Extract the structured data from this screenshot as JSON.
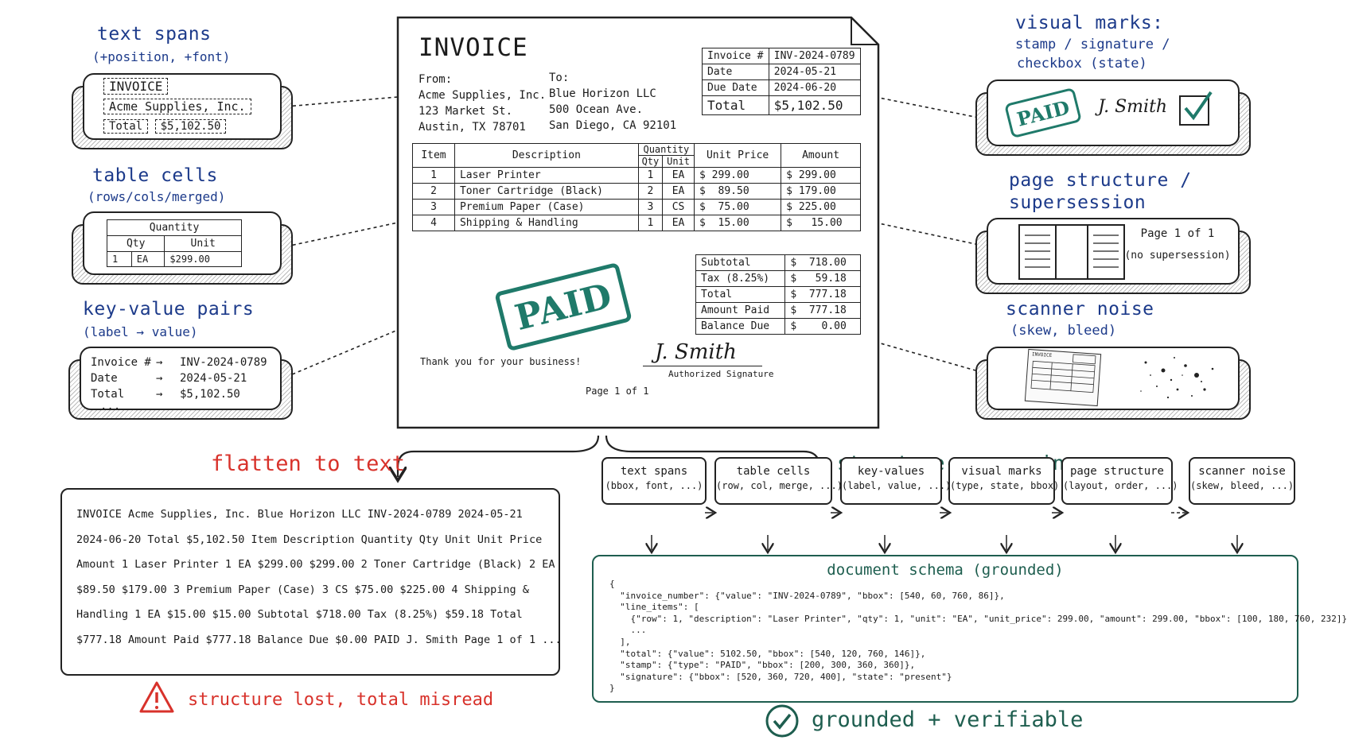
{
  "invoice": {
    "title": "INVOICE",
    "from_label": "From:",
    "from_lines": [
      "Acme Supplies, Inc.",
      "123 Market St.",
      "Austin, TX 78701"
    ],
    "to_label": "To:",
    "to_lines": [
      "Blue Horizon LLC",
      "500 Ocean Ave.",
      "San Diego, CA 92101"
    ],
    "meta": [
      {
        "label": "Invoice #",
        "value": "INV-2024-0789"
      },
      {
        "label": "Date",
        "value": "2024-05-21"
      },
      {
        "label": "Due Date",
        "value": "2024-06-20"
      },
      {
        "label": "Total",
        "value": "$5,102.50"
      }
    ],
    "headers": {
      "item": "Item",
      "description": "Description",
      "quantity": "Quantity",
      "qty": "Qty",
      "unit": "Unit",
      "unit_price": "Unit Price",
      "amount": "Amount"
    },
    "rows": [
      {
        "item": "1",
        "description": "Laser Printer",
        "qty": "1",
        "unit": "EA",
        "unit_price": "$ 299.00",
        "amount": "$ 299.00"
      },
      {
        "item": "2",
        "description": "Toner Cartridge (Black)",
        "qty": "2",
        "unit": "EA",
        "unit_price": "$  89.50",
        "amount": "$ 179.00"
      },
      {
        "item": "3",
        "description": "Premium Paper (Case)",
        "qty": "3",
        "unit": "CS",
        "unit_price": "$  75.00",
        "amount": "$ 225.00"
      },
      {
        "item": "4",
        "description": "Shipping & Handling",
        "qty": "1",
        "unit": "EA",
        "unit_price": "$  15.00",
        "amount": "$   15.00"
      }
    ],
    "totals": [
      {
        "label": "Subtotal",
        "value": "$  718.00"
      },
      {
        "label": "Tax (8.25%)",
        "value": "$   59.18"
      },
      {
        "label": "Total",
        "value": "$  777.18"
      },
      {
        "label": "Amount Paid",
        "value": "$  777.18"
      },
      {
        "label": "Balance Due",
        "value": "$    0.00"
      }
    ],
    "stamp": "PAID",
    "thanks": "Thank you for your business!",
    "signature": "J. Smith",
    "signature_caption": "Authorized Signature",
    "page": "Page 1 of 1"
  },
  "left_cards": {
    "text_spans": {
      "title": "text spans",
      "sub": "(+position, +font)",
      "spans": [
        "INVOICE",
        "Acme Supplies, Inc.",
        "Total",
        "$5,102.50"
      ]
    },
    "table_cells": {
      "title": "table cells",
      "sub": "(rows/cols/merged)",
      "header": "Quantity",
      "cols": [
        "Qty",
        "Unit"
      ],
      "row": [
        "1",
        "EA",
        "$299.00"
      ]
    },
    "key_values": {
      "title": "key-value pairs",
      "sub": "(label → value)",
      "pairs": [
        {
          "k": "Invoice #",
          "v": "INV-2024-0789"
        },
        {
          "k": "Date",
          "v": "2024-05-21"
        },
        {
          "k": "Total",
          "v": "$5,102.50"
        }
      ],
      "more": "..."
    }
  },
  "right_cards": {
    "visual_marks": {
      "title": "visual marks:",
      "sub1": "stamp / signature /",
      "sub2": "checkbox (state)",
      "stamp": "PAID",
      "signature": "J. Smith"
    },
    "page_structure": {
      "title": "page structure /",
      "title2": "supersession",
      "page": "Page 1 of 1",
      "note": "(no supersession)"
    },
    "scanner_noise": {
      "title": "scanner noise",
      "sub": "(skew, bleed)",
      "doc_label": "INVOICE"
    }
  },
  "flatten": {
    "title": "flatten to text",
    "lines": [
      "INVOICE Acme Supplies, Inc. Blue Horizon LLC INV-2024-0789 2024-05-21",
      "2024-06-20 Total $5,102.50 Item Description Quantity Qty Unit Unit Price",
      "Amount 1 Laser Printer 1 EA $299.00 $299.00 2 Toner Cartridge (Black) 2 EA",
      "$89.50 $179.00 3 Premium Paper (Case) 3 CS $75.00 $225.00 4 Shipping &",
      "Handling 1 EA $15.00 $15.00 Subtotal $718.00 Tax (8.25%) $59.18 Total",
      "$777.18 Amount Paid $777.18 Balance Due $0.00 PAID J. Smith Page 1 of 1 ..."
    ],
    "warning": "structure lost, total misread"
  },
  "structure": {
    "title": "structure-preserving",
    "boxes": [
      {
        "t": "text spans",
        "s": "(bbox, font, ...)"
      },
      {
        "t": "table cells",
        "s": "(row, col, merge, ...)"
      },
      {
        "t": "key-values",
        "s": "(label, value, ...)"
      },
      {
        "t": "visual marks",
        "s": "(type, state, bbox)"
      },
      {
        "t": "page structure",
        "s": "(layout, order, ...)"
      },
      {
        "t": "scanner noise",
        "s": "(skew, bleed, ...)"
      }
    ],
    "schema_title": "document schema (grounded)",
    "schema_lines": [
      "{",
      "  \"invoice_number\": {\"value\": \"INV-2024-0789\", \"bbox\": [540, 60, 760, 86]},",
      "  \"line_items\": [",
      "    {\"row\": 1, \"description\": \"Laser Printer\", \"qty\": 1, \"unit\": \"EA\", \"unit_price\": 299.00, \"amount\": 299.00, \"bbox\": [100, 180, 760, 232]}",
      "    ...",
      "  ],",
      "  \"total\": {\"value\": 5102.50, \"bbox\": [540, 120, 760, 146]},",
      "  \"stamp\": {\"type\": \"PAID\", \"bbox\": [200, 300, 360, 360]},",
      "  \"signature\": {\"bbox\": [520, 360, 720, 400], \"state\": \"present\"}",
      "}"
    ],
    "footer": "grounded + verifiable"
  },
  "colors": {
    "blue": "#1c3a8a",
    "red": "#d8322b",
    "green": "#1e5e4f",
    "stamp": "#1f7a6a"
  }
}
